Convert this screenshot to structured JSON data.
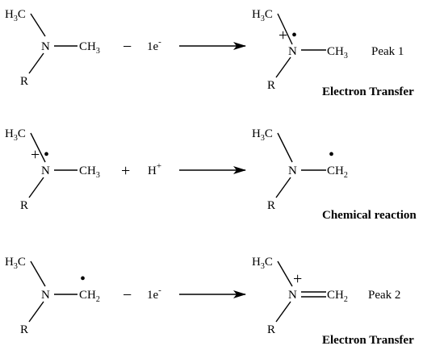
{
  "atoms": {
    "n": "N",
    "r": "R",
    "h3c_h": "H",
    "h3c_sub": "3",
    "h3c_c": "C",
    "ch3_c": "CH",
    "ch3_sub": "3",
    "ch2_c": "CH",
    "ch2_sub": "2",
    "h": "H"
  },
  "symbols": {
    "minus": "−",
    "plus": "+",
    "charge_plus": "+",
    "electron": "1e",
    "electron_sup": "-",
    "h_sup": "+",
    "radical_dot": "•"
  },
  "reactions": [
    {
      "peak": "Peak 1",
      "step": "Electron Transfer"
    },
    {
      "peak": "",
      "step": "Chemical reaction"
    },
    {
      "peak": "Peak 2",
      "step": "Electron Transfer"
    }
  ]
}
